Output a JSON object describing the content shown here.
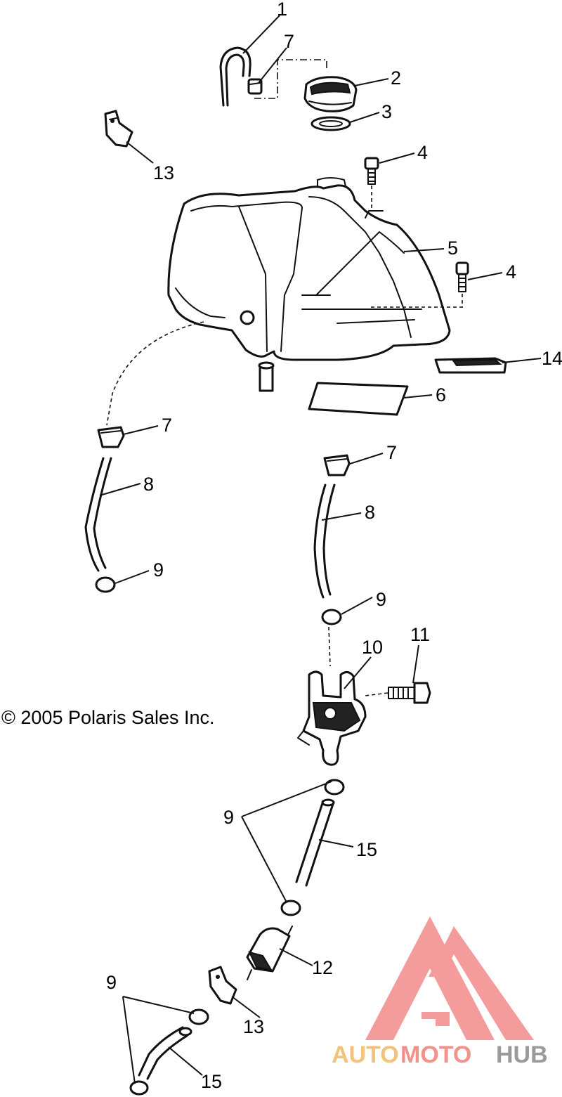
{
  "copyright": "© 2005 Polaris Sales Inc.",
  "watermark": {
    "parts": [
      "AUTO",
      "MOTO",
      "HUB"
    ],
    "colors": {
      "auto": "#f5c27a",
      "moto": "#f2928a",
      "hub": "#9a9a9a",
      "logo": "#f38b8b"
    }
  },
  "callouts": {
    "c1": "1",
    "c2": "2",
    "c3": "3",
    "c4a": "4",
    "c4b": "4",
    "c5": "5",
    "c6": "6",
    "c7a": "7",
    "c7b": "7",
    "c7c": "7",
    "c8a": "8",
    "c8b": "8",
    "c9a": "9",
    "c9b": "9",
    "c9c": "9",
    "c9d": "9",
    "c10": "10",
    "c11": "11",
    "c12": "12",
    "c13a": "13",
    "c13b": "13",
    "c14": "14",
    "c15a": "15",
    "c15b": "15"
  }
}
